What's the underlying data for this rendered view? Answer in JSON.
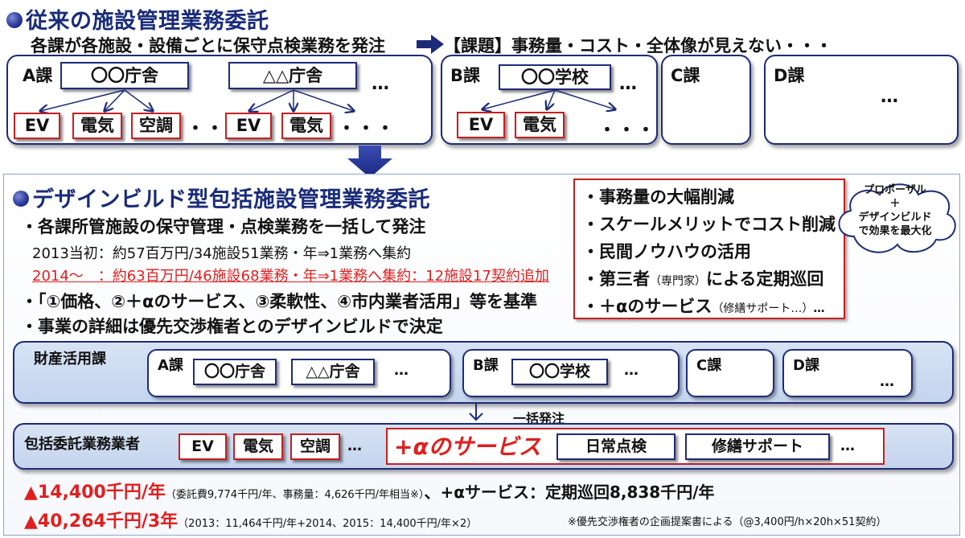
{
  "top": {
    "title": "従来の施設管理業務委託",
    "subtitle": "各課が各施設・設備ごとに保守点検業務を発注",
    "issue": "【課題】事務量・コスト・全体像が見えない・・・",
    "a_ka": "A課",
    "b_ka": "B課",
    "c_ka": "C課",
    "d_ka": "D課",
    "fac_oo_chosha": "〇〇庁舎",
    "fac_dd_chosha": "△△庁舎",
    "fac_oo_gakko": "〇〇学校",
    "ev": "EV",
    "denki": "電気",
    "kucho": "空調",
    "dots": "・・・",
    "ellipsis": "…"
  },
  "bottom": {
    "title": "デザインビルド型包括施設管理業務委託",
    "line1": "・各課所管施設の保守管理・点検業務を一括して発注",
    "line2": "2013当初：約57百万円/34施設51業務・年⇒1業務へ集約",
    "line3": "2014～　：約63百万円/46施設68業務・年⇒1業務へ集約：12施設17契約追加",
    "line4": "・「①価格、②＋αのサービス、③柔軟性、④市内業者活用」等を基準",
    "line5": "・事業の詳細は優先交渉権者とのデザインビルドで決定",
    "benefits": [
      "・事務量の大幅削減",
      "・スケールメリットでコスト削減",
      "・民間ノウハウの活用",
      "・第三者",
      "・＋αのサービス"
    ],
    "benefit4_small": "（専門家）",
    "benefit4_rest": "による定期巡回",
    "benefit5_small": "（修繕サポート…）",
    "benefit5_rest": "…",
    "bubble_l1": "プロポーザル",
    "bubble_l2": "＋",
    "bubble_l3": "デザインビルド",
    "bubble_l4": "で効果を最大化",
    "zaisan": "財産活用課",
    "ikkatsu": "一括発注",
    "hokatsu": "包括委託業務業者",
    "alpha": "+αのサービス",
    "nichijo": "日常点検",
    "shuzen": "修繕サポート",
    "cost1_main": "▲14,400千円/年",
    "cost1_small": "（委託費9,774千円/年、事務量：4,626千円/年相当※）",
    "cost1_tail": "、+αサービス：定期巡回8,838千円/年",
    "cost2_main": "▲40,264千円/3年",
    "cost2_small": "（2013：11,464千円/年+2014、2015：14,400千円/年×2）",
    "note": "※優先交渉権者の企画提案書による（@3,400円/h×20h×51契約）"
  },
  "colors": {
    "navy": "#1e2b78",
    "red": "#e01f1f",
    "panel": "#d7e3f4"
  }
}
